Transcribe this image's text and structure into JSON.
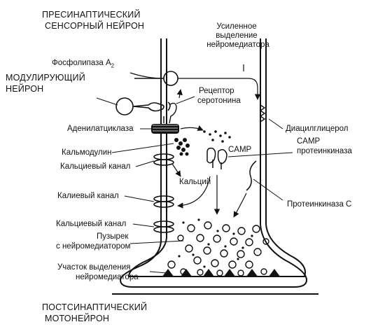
{
  "titles": {
    "presynaptic_1": "ПРЕСИНАПТИЧЕСКИЙ",
    "presynaptic_2": "СЕНСОРНЫЙ НЕЙРОН",
    "modulating_1": "МОДУЛИРУЮЩИЙ",
    "modulating_2": "НЕЙРОН",
    "postsynaptic_1": "ПОСТСИНАПТИЧЕСКИЙ",
    "postsynaptic_2": "МОТОНЕЙРОН"
  },
  "labels": {
    "enhanced_1": "Усиленное",
    "enhanced_2": "выделение",
    "enhanced_3": "нейромедиатора",
    "phospholipase": "Фосфолипаза А",
    "phospholipase_sub": "2",
    "receptor_1": "Рецептор",
    "receptor_2": "серотонина",
    "adenylate": "Аденилатциклаза",
    "diacyl": "Диацилглицерол",
    "calmodulin": "Кальмодулин",
    "camp": "CAMP",
    "camp_kinase_1": "CAMP",
    "camp_kinase_2": "протеинкиназа",
    "calcium_channel_1": "Кальциевый канал",
    "calcium": "Кальций",
    "potassium_channel": "Калиевый канал",
    "kinase_c": "Протеинкиназа С",
    "calcium_channel_2": "Кальциевый канал",
    "vesicle_1": "Пузырек",
    "vesicle_2": "с нейромедиатором",
    "release_site_1": "Участок выделения",
    "release_site_2": "нейромедиатора"
  }
}
